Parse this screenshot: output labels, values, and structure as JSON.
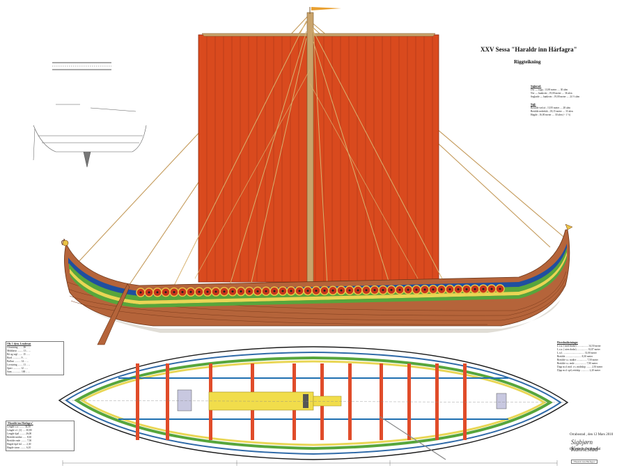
{
  "header": {
    "title": "XXV Sessa \"Haraldr inn Hárfagra\"",
    "subtitle": "Riggteikning"
  },
  "sail_table": {
    "heading": "Seglareal:",
    "rows": [
      "Øvr   — topp      ;  13,90 meter  ....  30  alen",
      "Nvr   — hunkvetr  ;  19,00 meter  ....  36  alen",
      "Seglarde  — hunkvetr ; 19,00 meter ....  24 ½  alen"
    ]
  },
  "rig_table": {
    "heading": "Segl:",
    "rows": [
      "Breidde ved rá      ;  13,95 meter  ....  28  alen",
      "Breidde nederkik    ;  18,15 meter  ....  33  alen",
      "Høgde               ;  16,00 meter  ....  30  alen (÷ 1 ½)"
    ]
  },
  "dimensions_table": {
    "heading": "Hovedmålsetninger",
    "rows": [
      "L.o.a. ( med drake) .................. 34,50 meter",
      "L.o.a. ( uten drake) ................. 33,87 meter",
      "L.w.l. ................................. 31,00 meter",
      "Breidde ......................... 8,30 meter",
      "Breidde v.s. midtre ................ 7,50 meter",
      "Breidde v.s. ende .................. 7,90 meter",
      "Djup m.d. mid. v.s. midtskip ........ 2,50 meter",
      "Djup m.d. spil, rettskip ............. 2,20 meter"
    ]
  },
  "left_table": {
    "heading": "Ofr. 1 dyrn. Lenderast",
    "rows": [
      "Utrustning .......  26  ..  ...",
      "Midthavn .........  13  ..  ...",
      "Rå og segl .......  15  ..  ...",
      "Bord .............   9  ..  ...",
      "Ballast ..........  14  ..  ...",
      "Lovstøing ........  11  ..  ...",
      "Sperr ............  12  ..  ...",
      "Sum ..............  100 ..  ..."
    ]
  },
  "lower_left_table": {
    "heading": "\"Haraldr inn Hárfagra\"",
    "rows": [
      "Lengde o.a. ........  34,50",
      "Lengde v.l. (1) .....  30,80",
      "Lengde kjøl .........  26,00",
      "Breidde midtre ......   8,30",
      "Breidde ende .........  7,50",
      "Høgde kjøl frå ......  2,30",
      "Høgde stavn .........  6,10"
    ]
  },
  "footer": {
    "place_date": "Orrabostad , den 12 Mars  2010",
    "signature": "Sigbjørn Kannestad",
    "designer": "Øystein S. Orrabostad",
    "note": "\"Haraldr inn Hárfagra\""
  },
  "colors": {
    "sail": "#d94a1e",
    "hull_wood": "#b5643a",
    "stripe_blue": "#1f4fa0",
    "stripe_green": "#57a63c",
    "stripe_yellow": "#e9d655",
    "mast": "#c9a36b",
    "shield_red": "#c8341c",
    "shield_rim": "#e9c245",
    "plan_beam": "#e04c2a",
    "plan_walk": "#f1dd4b"
  }
}
